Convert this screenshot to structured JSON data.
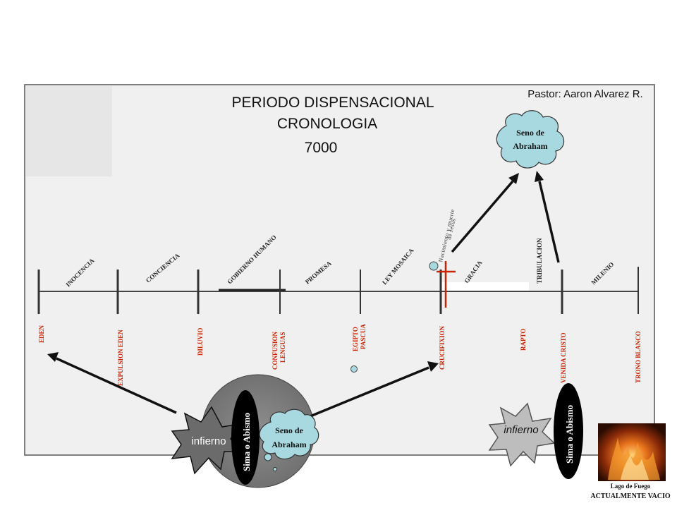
{
  "header": {
    "title": "PERIODO DISPENSACIONAL",
    "subtitle": "CRONOLOGIA",
    "year_total": "7000",
    "author": "Pastor: Aaron Alvarez R."
  },
  "periods": [
    "INOCENCIA",
    "CONCIENCIA",
    "GOBIERNO HUMANO",
    "PROMESA",
    "LEY MOSAICA",
    "GRACIA",
    "TRIBULACION",
    "MILENIO"
  ],
  "events": [
    "EDEN",
    "EXPULSION EDEN",
    "DILUVIO",
    "CONFUSION LENGUAS",
    "EGIPTO PASCUA",
    "CRUCIFIXION",
    "RAPTO",
    "VENIDA CRISTO",
    "TRONO BLANCO"
  ],
  "annotations": {
    "jesus_note_line1": "Nacimiento y muerte",
    "jesus_note_line2": "de Jesus"
  },
  "clouds": {
    "seno_top_line1": "Seno de",
    "seno_top_line2": "Abraham",
    "seno_bottom_line1": "Seno de",
    "seno_bottom_line2": "Abraham"
  },
  "labels": {
    "infierno_left": "infierno",
    "infierno_right": "infierno",
    "sima_left": "Sima o Abismo",
    "sima_right": "Sima o Abismo",
    "lago_title": "Lago de Fuego",
    "lago_status": "ACTUALMENTE VACIO"
  },
  "colors": {
    "event_text": "#cc2200",
    "cloud_fill": "#a8d8e0",
    "cross": "#cc2200",
    "frame_bg": "#f0f0f0"
  }
}
